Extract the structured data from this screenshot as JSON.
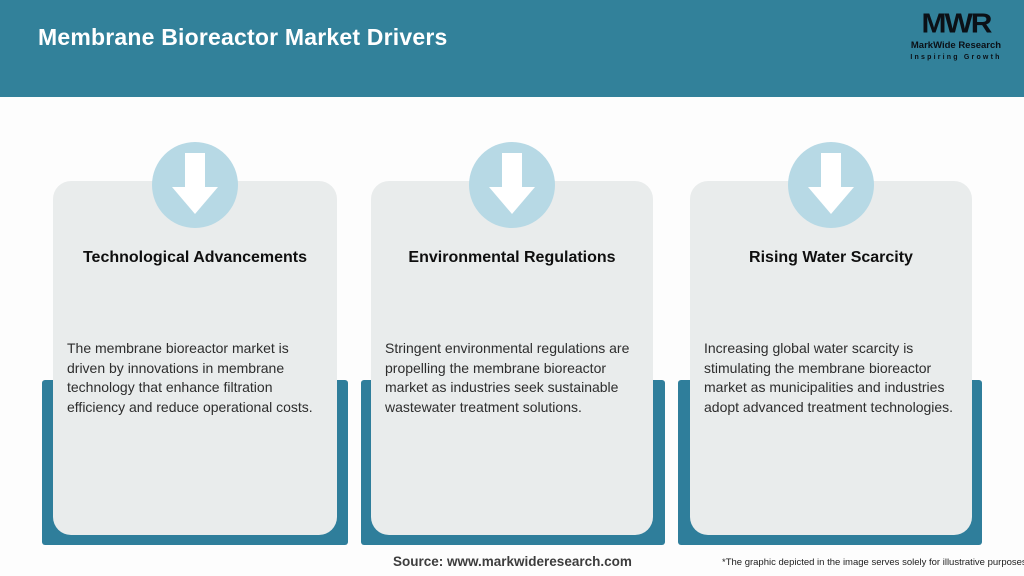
{
  "header": {
    "title": "Membrane Bioreactor Market Drivers",
    "logo": {
      "acronym": "MWR",
      "name": "MarkWide Research",
      "tagline": "Inspiring Growth"
    }
  },
  "cards": [
    {
      "title": "Technological Advancements",
      "icon": "down-arrow",
      "lines": [
        "The membrane bioreactor market is",
        "driven by innovations in membrane",
        "technology that enhance filtration",
        "efficiency and reduce operational costs."
      ]
    },
    {
      "title": "Environmental Regulations",
      "icon": "down-arrow",
      "lines": [
        "Stringent environmental regulations are",
        "propelling the membrane bioreactor",
        "market as industries seek sustainable",
        "wastewater treatment solutions."
      ]
    },
    {
      "title": "Rising Water Scarcity",
      "icon": "down-arrow",
      "lines": [
        "Increasing global water scarcity is",
        "stimulating the membrane bioreactor",
        "market as municipalities and industries",
        "adopt advanced treatment technologies."
      ]
    }
  ],
  "footer": {
    "source": "Source: www.markwideresearch.com",
    "disclaimer": "*The graphic depicted in the image serves solely for illustrative purposes"
  },
  "colors": {
    "header_bg": "#32819A",
    "ribbon": "#2F7E9B",
    "circle": "#B7D9E5",
    "arrow": "#FFFFFF",
    "card_bg": "#E9ECEC",
    "title_text": "#FFFFFF",
    "body_text": "#2D2D2D"
  }
}
